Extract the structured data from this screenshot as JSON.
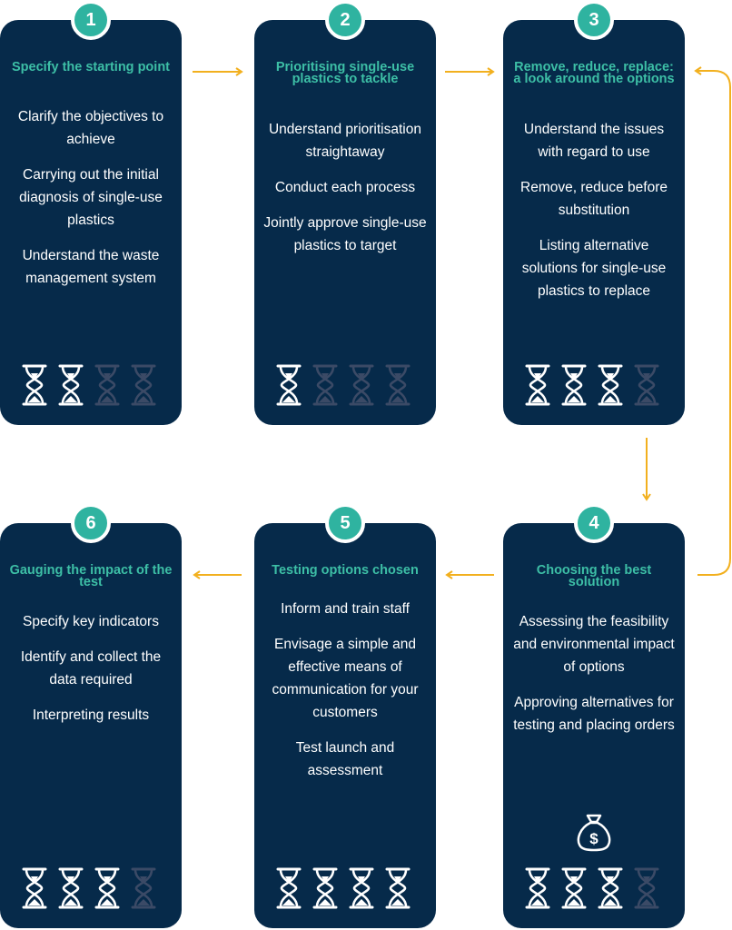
{
  "steps": [
    {
      "number": "1",
      "title": "Specify the starting point",
      "items": [
        "Clarify the objectives to achieve",
        "Carrying out the initial diagnosis of single-use plastics",
        "Understand the waste management system"
      ],
      "hourglass_filled": 2,
      "hourglass_total": 4
    },
    {
      "number": "2",
      "title": "Prioritising single-use plastics to tackle",
      "items": [
        "Understand prioritisation straightaway",
        "Conduct each process",
        "Jointly approve single-use plastics to target"
      ],
      "hourglass_filled": 1,
      "hourglass_total": 4
    },
    {
      "number": "3",
      "title": "Remove, reduce, replace: a look around the options",
      "items": [
        "Understand the issues with regard to use",
        "Remove, reduce before substitution",
        "Listing alternative solutions for single-use plastics to replace"
      ],
      "hourglass_filled": 3,
      "hourglass_total": 4
    },
    {
      "number": "4",
      "title": "Choosing the best solution",
      "items": [
        "Assessing the feasibility and environmental impact of options",
        "Approving alternatives for testing and placing orders"
      ],
      "hourglass_filled": 3,
      "hourglass_total": 4,
      "icon": "money-bag-icon"
    },
    {
      "number": "5",
      "title": "Testing options chosen",
      "items": [
        "Inform and train staff",
        "Envisage a simple and effective means of communication for your customers",
        "Test launch and assessment"
      ],
      "hourglass_filled": 4,
      "hourglass_total": 4
    },
    {
      "number": "6",
      "title": "Gauging the impact of the test",
      "items": [
        "Specify key indicators",
        "Identify and collect the data required",
        "Interpreting results"
      ],
      "hourglass_filled": 3,
      "hourglass_total": 4
    }
  ],
  "colors": {
    "card": "#062a4a",
    "accent": "#2fb3a0",
    "title": "#3dbfa6",
    "arrow": "#f2b01e",
    "hourglass_on": "#ffffff",
    "hourglass_off": "#3b4a66"
  }
}
